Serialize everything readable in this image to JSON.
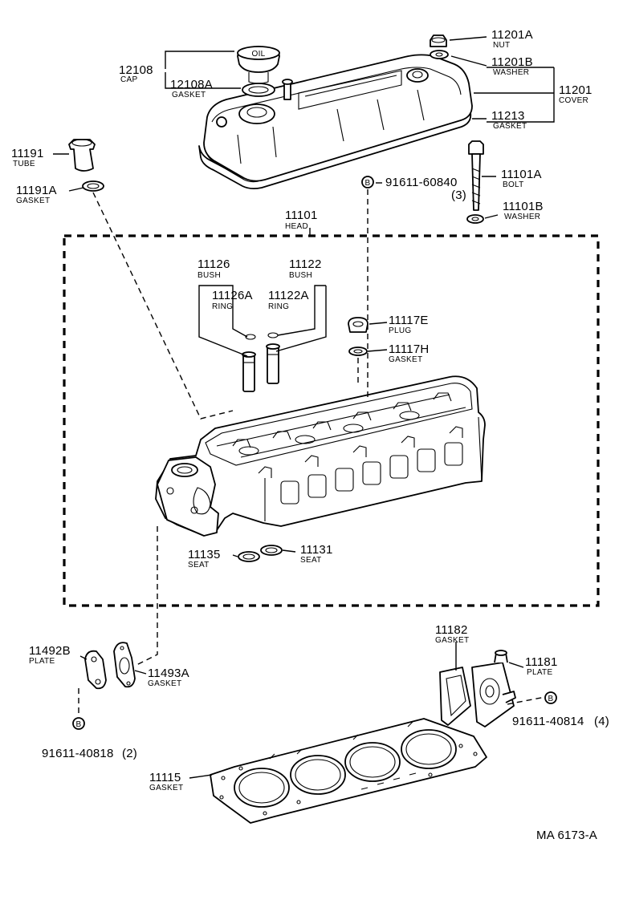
{
  "diagram_id": "MA 6173-A",
  "callouts": {
    "nut": {
      "number": "11201A",
      "name": "NUT"
    },
    "washer_nut": {
      "number": "11201B",
      "name": "WASHER"
    },
    "cover": {
      "number": "11201",
      "name": "COVER"
    },
    "cover_gasket": {
      "number": "11213",
      "name": "GASKET"
    },
    "cap": {
      "number": "12108",
      "name": "CAP"
    },
    "cap_gasket": {
      "number": "12108A",
      "name": "GASKET"
    },
    "tube": {
      "number": "11191",
      "name": "TUBE"
    },
    "tube_gasket": {
      "number": "11191A",
      "name": "GASKET"
    },
    "bolt_ref": {
      "number": "91611-60840",
      "qty": "(3)",
      "marker": "B"
    },
    "bolt": {
      "number": "11101A",
      "name": "BOLT"
    },
    "bolt_washer": {
      "number": "11101B",
      "name": "WASHER"
    },
    "head": {
      "number": "11101",
      "name": "HEAD"
    },
    "bush_in": {
      "number": "11126",
      "name": "BUSH"
    },
    "bush_ex": {
      "number": "11122",
      "name": "BUSH"
    },
    "ring_in": {
      "number": "11126A",
      "name": "RING"
    },
    "ring_ex": {
      "number": "11122A",
      "name": "RING"
    },
    "plug": {
      "number": "11117E",
      "name": "PLUG"
    },
    "plug_gasket": {
      "number": "11117H",
      "name": "GASKET"
    },
    "seat_in": {
      "number": "11135",
      "name": "SEAT"
    },
    "seat_ex": {
      "number": "11131",
      "name": "SEAT"
    },
    "plate_left": {
      "number": "11492B",
      "name": "PLATE"
    },
    "gasket_left": {
      "number": "11493A",
      "name": "GASKET"
    },
    "bolt_left_ref": {
      "number": "91611-40818",
      "qty": "(2)",
      "marker": "B"
    },
    "gasket_right": {
      "number": "11182",
      "name": "GASKET"
    },
    "plate_right": {
      "number": "11181",
      "name": "PLATE"
    },
    "bolt_right_ref": {
      "number": "91611-40814",
      "qty": "(4)",
      "marker": "B"
    },
    "head_gasket": {
      "number": "11115",
      "name": "GASKET"
    }
  },
  "cap_marking": "OIL"
}
